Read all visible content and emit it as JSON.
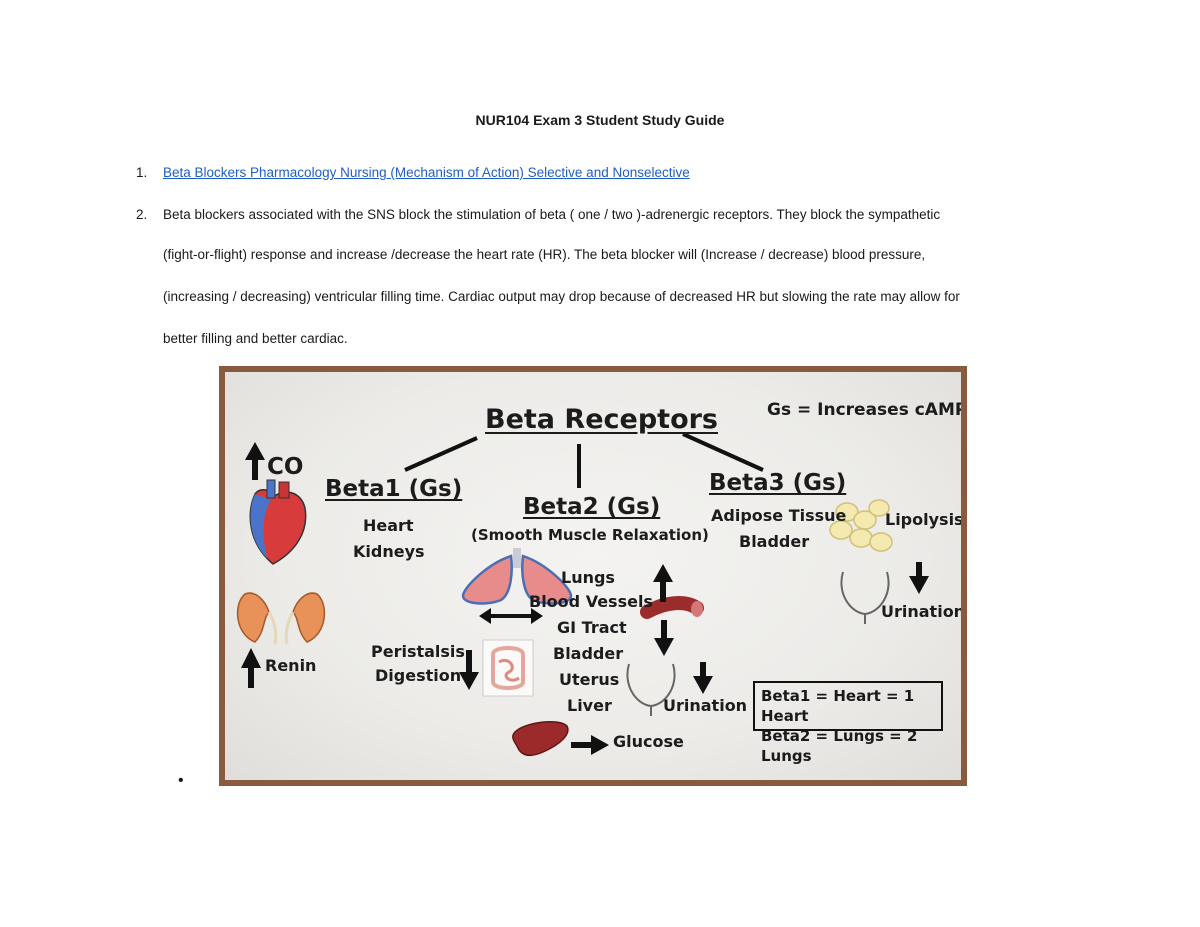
{
  "document": {
    "title": "NUR104 Exam 3 Student Study Guide",
    "item1": {
      "number": "1.",
      "link_text": "Beta Blockers Pharmacology Nursing (Mechanism of Action) Selective and Nonselective"
    },
    "item2": {
      "number": "2.",
      "lines": [
        "Beta blockers associated with the SNS block the stimulation of beta ( one / two )-adrenergic receptors. They block the sympathetic",
        "(fight-or-flight) response and increase /decrease the heart rate (HR). The beta blocker will (Increase / decrease) blood pressure,",
        "(increasing / decreasing) ventricular filling time. Cardiac output may drop because of decreased HR but slowing the rate may allow for",
        "better filling and better cardiac."
      ]
    },
    "bullet": "•"
  },
  "figure": {
    "title": "Beta Receptors",
    "gs_note": "Gs = Increases cAMP",
    "beta1": {
      "heading": "Beta1 (Gs)",
      "targets": [
        "Heart",
        "Kidneys"
      ],
      "co_label": "CO",
      "renin_label": "Renin"
    },
    "beta2": {
      "heading": "Beta2 (Gs)",
      "subheading": "(Smooth Muscle Relaxation)",
      "targets": [
        "Lungs",
        "Blood Vessels",
        "GI Tract",
        "Bladder",
        "Uterus",
        "Liver"
      ],
      "peristalsis_label": "Peristalsis",
      "digestion_label": "Digestion",
      "urination_label": "Urination",
      "glucose_label": "Glucose"
    },
    "beta3": {
      "heading": "Beta3 (Gs)",
      "targets": [
        "Adipose Tissue",
        "Bladder"
      ],
      "lipolysis_label": "Lipolysis",
      "urination_label": "Urination"
    },
    "key": {
      "line1": "Beta1 = Heart = 1 Heart",
      "line2": "Beta2 = Lungs = 2 Lungs"
    }
  }
}
